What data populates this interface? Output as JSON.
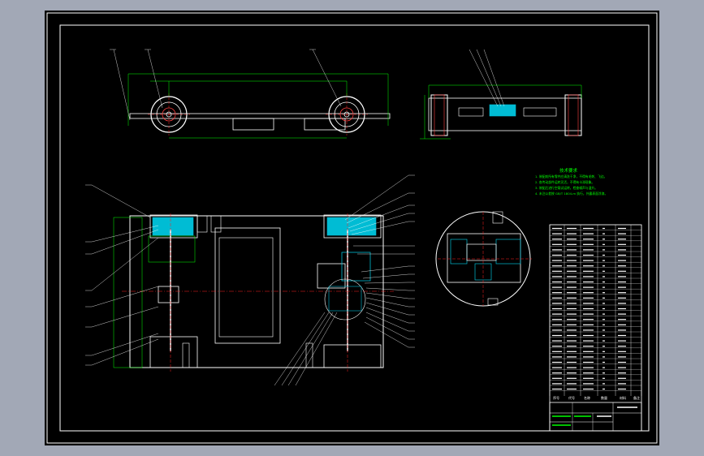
{
  "viewer": {
    "background": "#a2a8b6",
    "canvas_background": "#000000"
  },
  "colors": {
    "frame": "#ffffff",
    "outline": "#ffffff",
    "dimension": "#00ff00",
    "centerline": "#ff2020",
    "part_fill": "#00bcd4",
    "highlight": "#ff4040"
  },
  "drawing": {
    "technical_requirements_title": "技术要求",
    "technical_requirements": [
      "1. 装配前所有零件应清洗干净，不得有毛刺、飞边。",
      "2. 各传动部件运转灵活，不得有卡滞现象。",
      "3. 装配后进行空载试运转，检查噪声与温升。",
      "4. 未注公差按 GB/T 1804-m 执行，外露表面涂漆。"
    ],
    "bom_footer": [
      "序号",
      "代号",
      "名称",
      "数量",
      "材料",
      "备注"
    ]
  }
}
